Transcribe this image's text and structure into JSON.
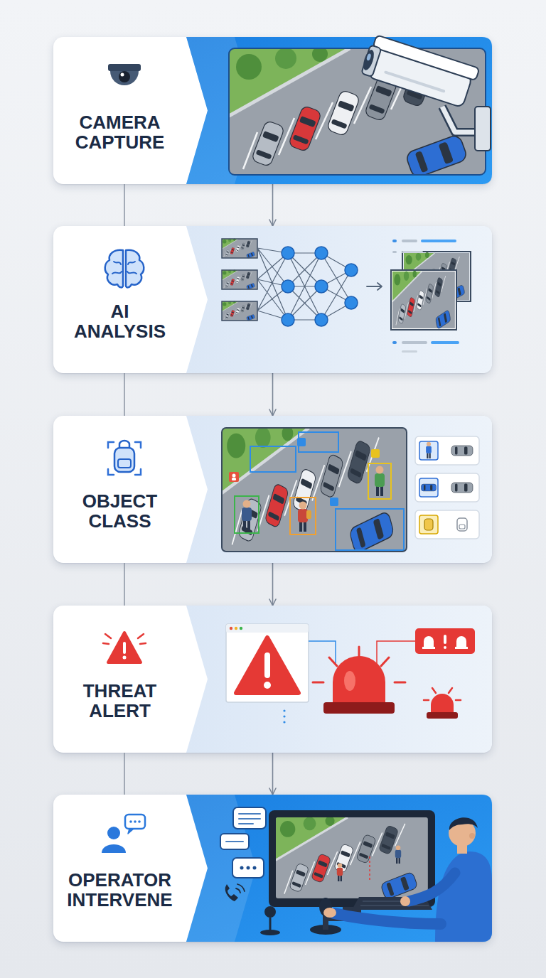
{
  "diagram": {
    "nodes": [
      {
        "text": [
          "CAMERA CAPTURE"
        ]
      },
      {
        "text": [
          "AI ANALYSIS"
        ]
      },
      {
        "text": [
          "OBJECT CLASS"
        ]
      },
      {
        "text": [
          "THREAT ALERT"
        ]
      },
      {
        "text": [
          "OPERATOR INTERVENE"
        ]
      }
    ],
    "edges": [
      {
        "from": 0,
        "to": 1,
        "arrow": "to"
      },
      {
        "from": 1,
        "to": 2,
        "arrow": "to"
      },
      {
        "from": 2,
        "to": 3,
        "arrow": "to"
      },
      {
        "from": 3,
        "to": 4,
        "arrow": "to"
      }
    ]
  }
}
